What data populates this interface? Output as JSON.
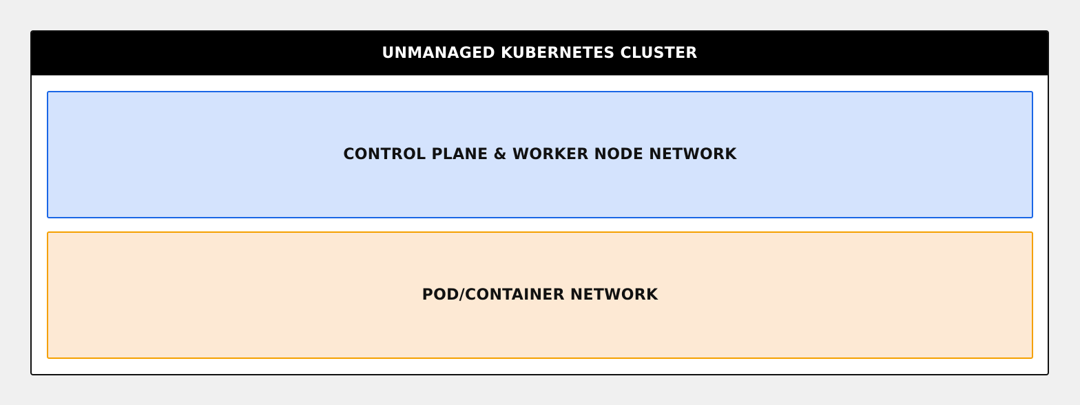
{
  "diagram": {
    "title": "UNMANAGED KUBERNETES CLUSTER",
    "colors": {
      "background": "#f0f0f0",
      "header": "#000000",
      "header_text": "#ffffff",
      "container_border": "#111111"
    },
    "networks": [
      {
        "label": "CONTROL PLANE & WORKER NODE NETWORK",
        "fill": "#d4e3fd",
        "border": "#1a66e6"
      },
      {
        "label": "POD/CONTAINER NETWORK",
        "fill": "#fde9d4",
        "border": "#f5a000"
      }
    ]
  }
}
